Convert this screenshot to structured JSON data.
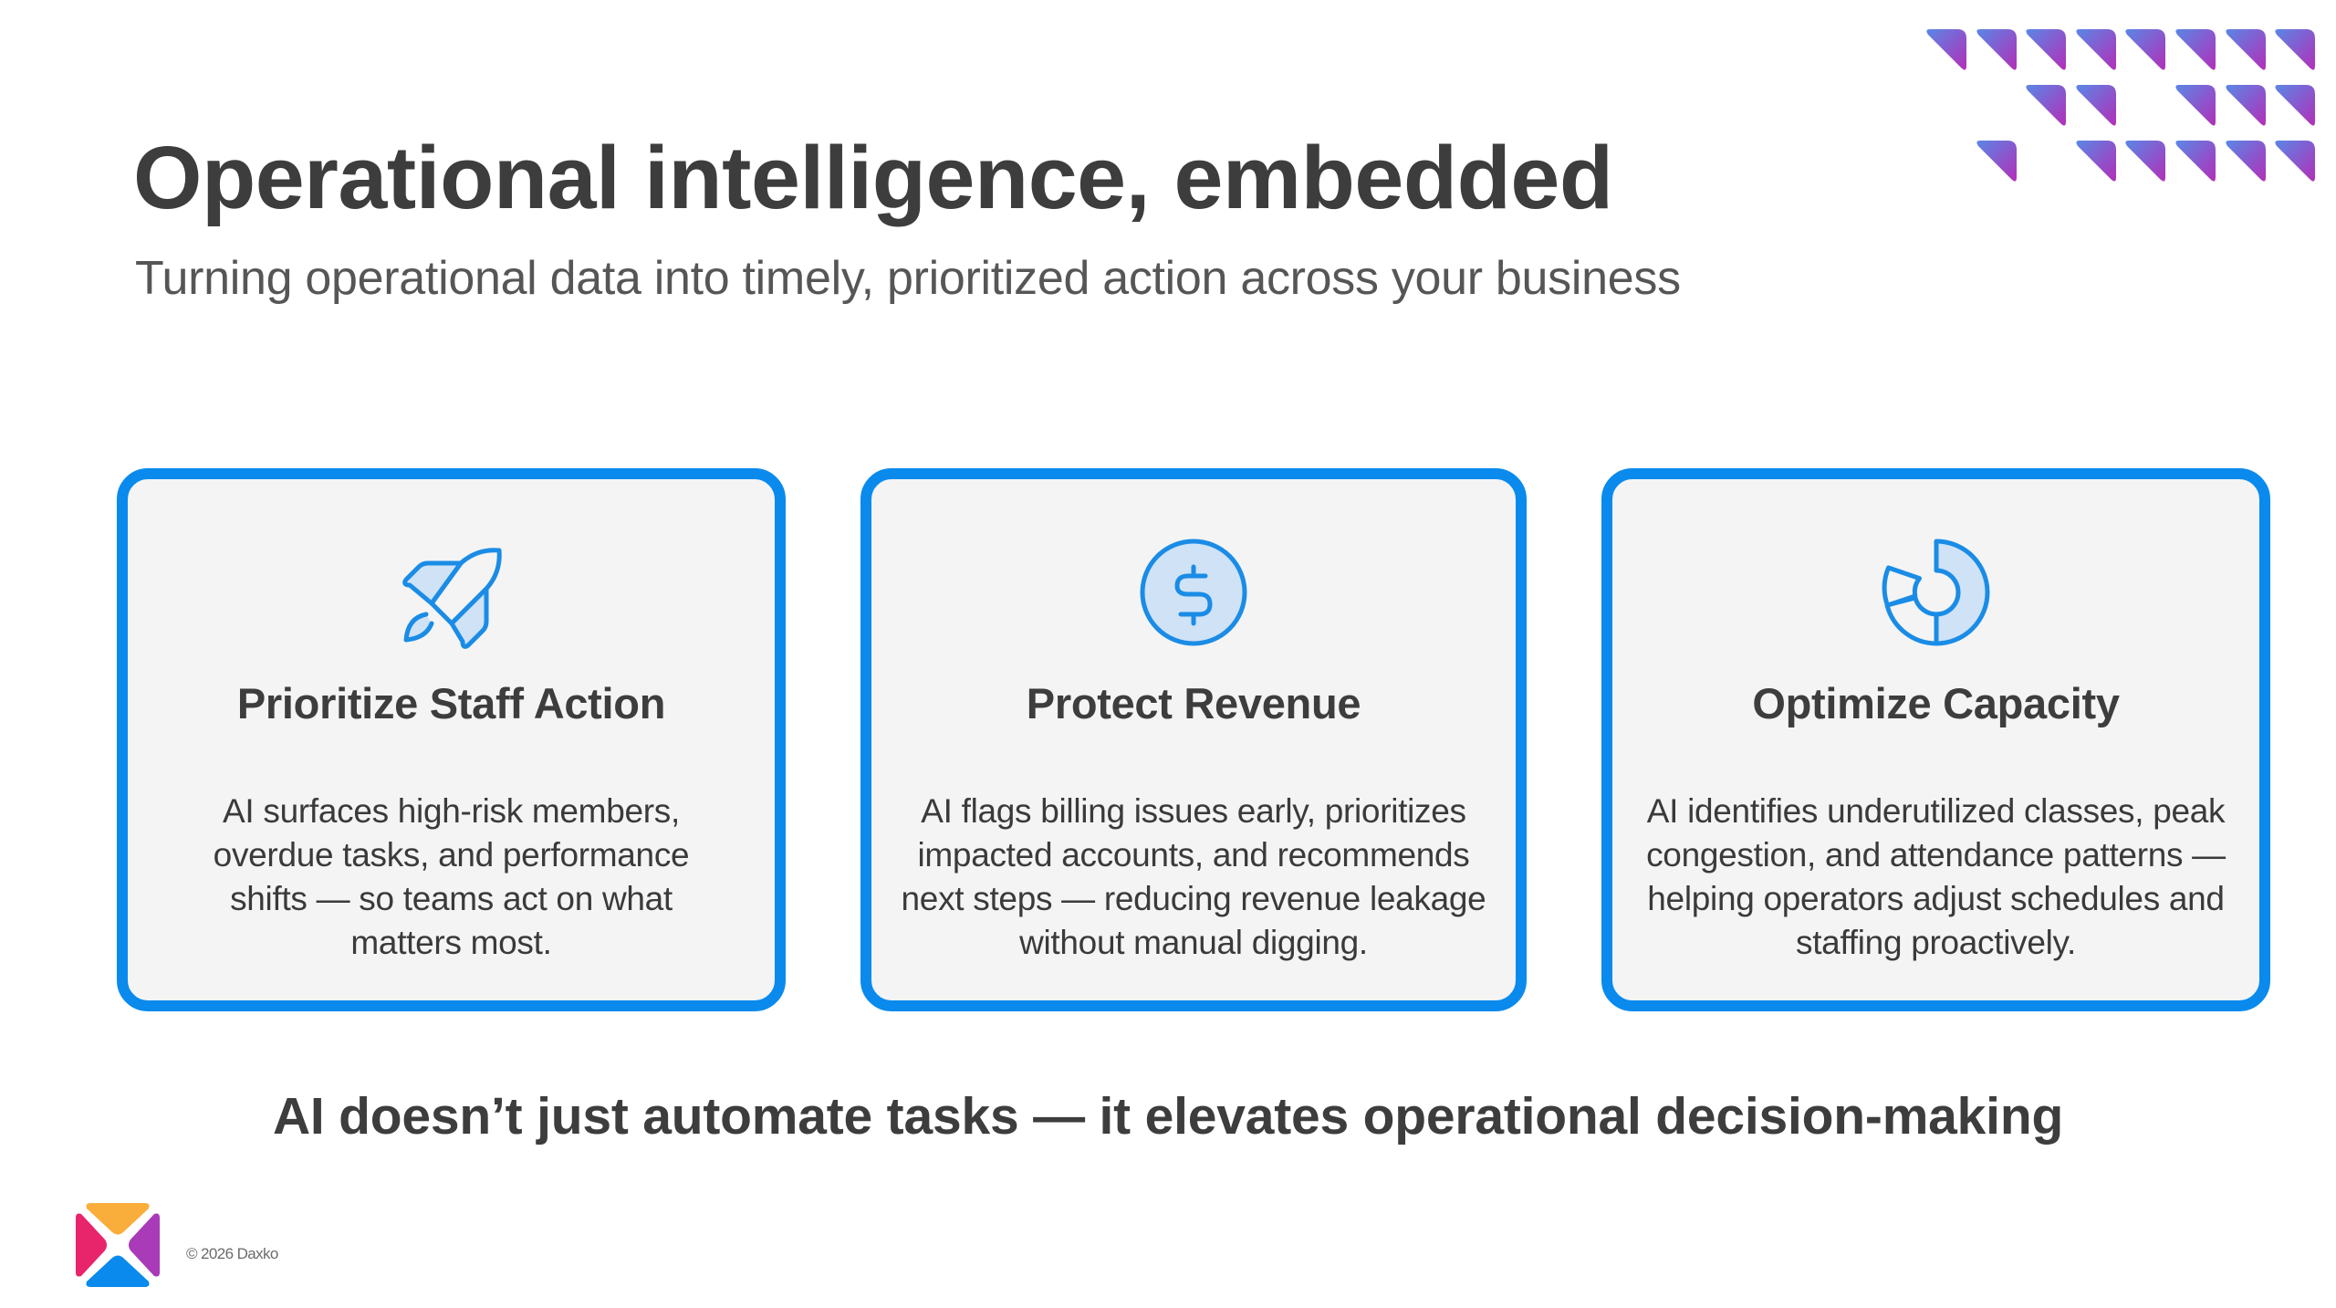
{
  "header": {
    "title": "Operational intelligence, embedded",
    "subtitle": "Turning operational data into timely, prioritized action across your business"
  },
  "cards": [
    {
      "icon": "rocket-icon",
      "heading": "Prioritize Staff Action",
      "body": "AI surfaces high-risk members, overdue tasks, and performance shifts — so teams act on what matters most."
    },
    {
      "icon": "dollar-circle-icon",
      "heading": "Protect Revenue",
      "body": "AI flags billing issues early, prioritizes impacted accounts, and recommends next steps — reducing revenue leakage without manual digging."
    },
    {
      "icon": "donut-chart-icon",
      "heading": "Optimize Capacity",
      "body": "AI identifies underutilized classes, peak congestion, and attendance patterns — helping operators adjust schedules and staffing proactively."
    }
  ],
  "tagline": "AI doesn’t just automate tasks — it elevates operational decision-making",
  "footer": {
    "logo": "daxko-logo",
    "copyright": "© 2026 Daxko"
  },
  "colors": {
    "accent_blue": "#0a8aed",
    "icon_fill": "#cfe2f6",
    "card_bg": "#f4f4f4",
    "text_dark": "#3d3d3d",
    "pattern_start": "#5a86e6",
    "pattern_end": "#b030b8",
    "logo_orange": "#f9ae3b",
    "logo_pink": "#e8246b",
    "logo_purple": "#a93ab8",
    "logo_blue": "#0a8aec"
  }
}
